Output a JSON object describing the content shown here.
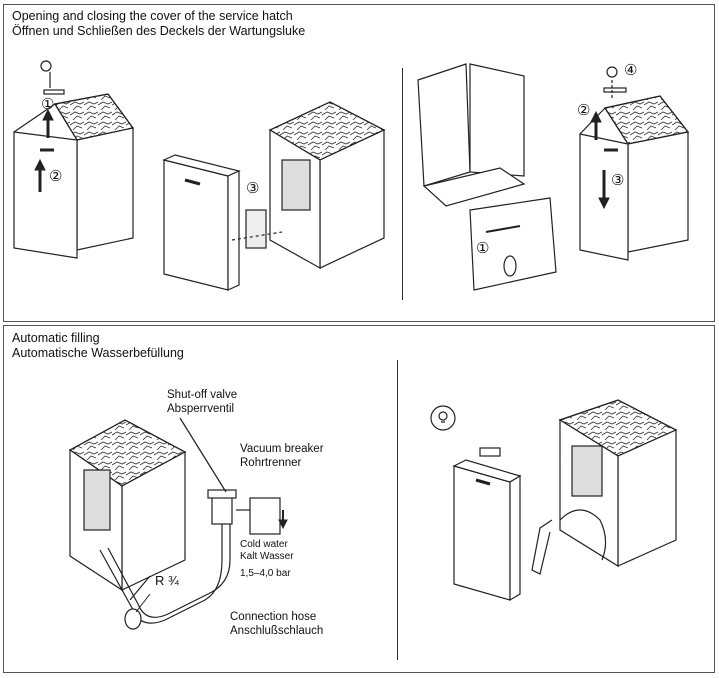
{
  "section1": {
    "title_en": "Opening and closing the cover of the service hatch",
    "title_de": "Öffnen und Schließen des Deckels der Wartungsluke",
    "steps_left": [
      "①",
      "②",
      "③"
    ],
    "steps_right": [
      "①",
      "②",
      "③",
      "④"
    ]
  },
  "section2": {
    "title_en": "Automatic filling",
    "title_de": "Automatische Wasserbefüllung",
    "shutoff_en": "Shut-off valve",
    "shutoff_de": "Absperrventil",
    "vacuum_en": "Vacuum breaker",
    "vacuum_de": "Rohrtrenner",
    "cold_en": "Cold water",
    "cold_de": "Kalt Wasser",
    "pressure": "1,5–4,0 bar",
    "thread": "R ¾",
    "hose_en": "Connection hose",
    "hose_de": "Anschlußschlauch"
  }
}
